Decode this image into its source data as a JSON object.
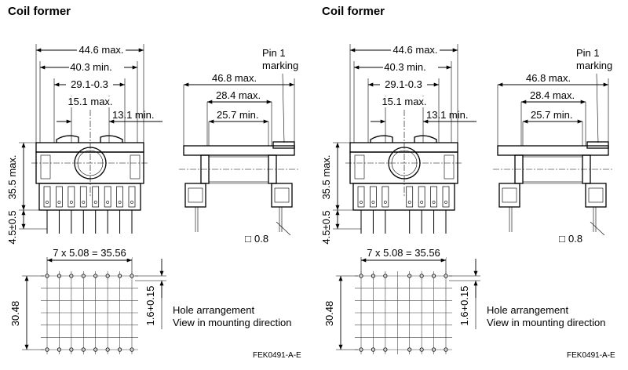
{
  "figures": [
    {
      "title": "Coil former",
      "pin_pattern": "full",
      "front": {
        "width_max": "44.6 max.",
        "width_min": "40.3 min.",
        "slot": "29.1-0.3",
        "inner": "15.1 max.",
        "flange": "13.1 min.",
        "height": "35.5 max.",
        "pin_len": "4.5±0.5"
      },
      "side": {
        "pin1_line1": "Pin 1",
        "pin1_line2": "marking",
        "len_max": "46.8 max.",
        "len_mid": "28.4 max.",
        "len_min": "25.7 min.",
        "pin_sq": "0.8",
        "pin_sq_symbol": "□"
      },
      "holes": {
        "pitch": "7 x 5.08 = 35.56",
        "row_spacing": "30.48",
        "offset": "1.6+0.15",
        "caption1": "Hole arrangement",
        "caption2": "View in mounting direction"
      },
      "code": "FEK0491-A-E"
    },
    {
      "title": "Coil former",
      "pin_pattern": "missing",
      "front": {
        "width_max": "44.6 max.",
        "width_min": "40.3 min.",
        "slot": "29.1-0.3",
        "inner": "15.1 max.",
        "flange": "13.1 min.",
        "height": "35.5 max.",
        "pin_len": "4.5±0.5"
      },
      "side": {
        "pin1_line1": "Pin 1",
        "pin1_line2": "marking",
        "len_max": "46.8 max.",
        "len_mid": "28.4 max.",
        "len_min": "25.7 min.",
        "pin_sq": "0.8",
        "pin_sq_symbol": "□"
      },
      "holes": {
        "pitch": "7 x 5.08 = 35.56",
        "row_spacing": "30.48",
        "offset": "1.6+0.15",
        "caption1": "Hole arrangement",
        "caption2": "View in mounting direction"
      },
      "code": "FEK0491-A-E"
    }
  ]
}
